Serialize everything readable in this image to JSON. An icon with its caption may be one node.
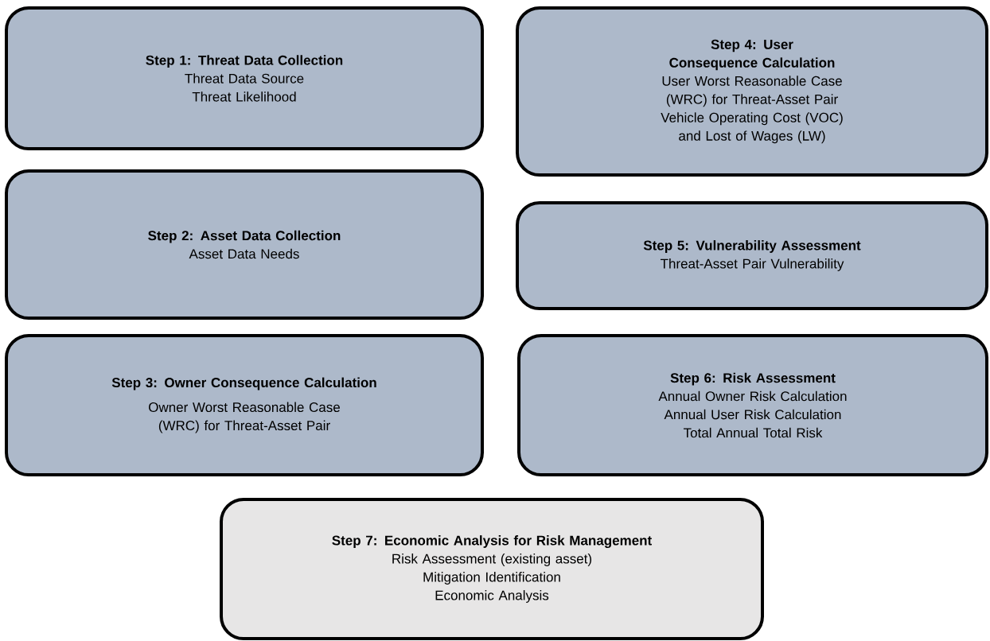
{
  "diagram": {
    "nodes": [
      {
        "text": [
          "Step 1: Threat Data Collection",
          "Threat Data Source",
          "Threat Likelihood"
        ]
      },
      {
        "text": [
          "Step 2: Asset Data Collection",
          "Asset Data Needs"
        ]
      },
      {
        "text": [
          "Step 3: Owner Consequence Calculation",
          "Owner Worst Reasonable Case (WRC) for Threat-Asset Pair"
        ]
      },
      {
        "text": [
          "Step 4: User Consequence Calculation",
          "User Worst Reasonable Case (WRC) for Threat-Asset Pair",
          "Vehicle Operating Cost (VOC) and Lost of Wages (LW)"
        ]
      },
      {
        "text": [
          "Step 5: Vulnerability Assessment",
          "Threat-Asset Pair Vulnerability"
        ]
      },
      {
        "text": [
          "Step 6: Risk Assessment",
          "Annual Owner Risk Calculation",
          "Annual User Risk Calculation",
          "Total Annual Total Risk"
        ]
      },
      {
        "text": [
          "Step 7: Economic Analysis for Risk Management",
          "Risk Assessment (existing asset)",
          "Mitigation Identification",
          "Economic Analysis"
        ]
      }
    ]
  }
}
